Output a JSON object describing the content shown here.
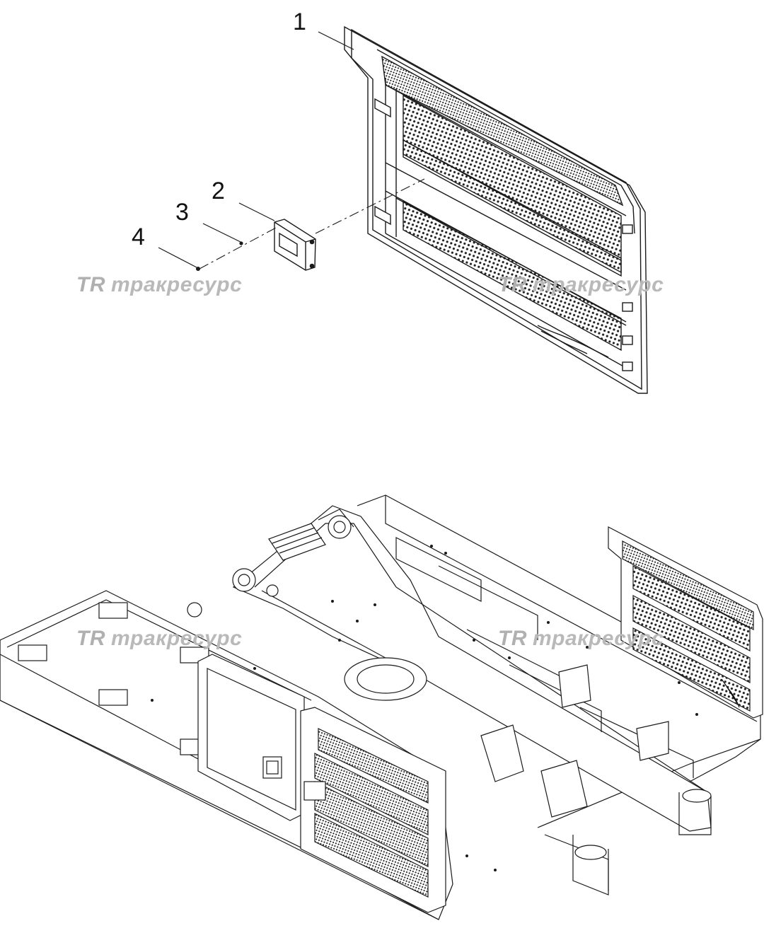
{
  "callouts": {
    "c1": "1",
    "c2": "2",
    "c3": "3",
    "c4": "4"
  },
  "watermark": {
    "logo": "TR",
    "text": "тракресурс"
  },
  "colors": {
    "line": "#1a1a1a",
    "mesh": "#2a2a2a",
    "watermark": "#b9b9b9"
  }
}
